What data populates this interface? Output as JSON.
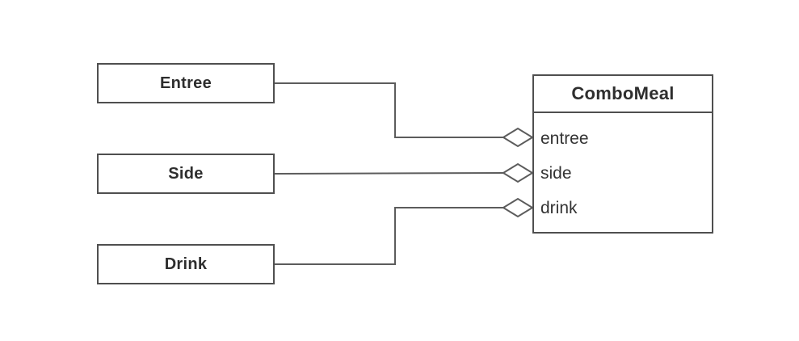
{
  "diagram": {
    "kind": "uml-class-aggregation",
    "background_color": "#ffffff",
    "line_color": "#5c5c5c",
    "border_color": "#4f4f4f",
    "text_color": "#2e2e2e",
    "part_classes": {
      "entree": {
        "label": "Entree"
      },
      "side": {
        "label": "Side"
      },
      "drink": {
        "label": "Drink"
      }
    },
    "whole_class": {
      "title": "ComboMeal",
      "attributes": [
        {
          "name": "entree"
        },
        {
          "name": "side"
        },
        {
          "name": "drink"
        }
      ]
    },
    "relationships": [
      {
        "from": "Entree",
        "to": "ComboMeal",
        "attribute": "entree",
        "type": "aggregation",
        "diamond": "hollow",
        "diamond_at": "ComboMeal"
      },
      {
        "from": "Side",
        "to": "ComboMeal",
        "attribute": "side",
        "type": "aggregation",
        "diamond": "hollow",
        "diamond_at": "ComboMeal"
      },
      {
        "from": "Drink",
        "to": "ComboMeal",
        "attribute": "drink",
        "type": "aggregation",
        "diamond": "hollow",
        "diamond_at": "ComboMeal"
      }
    ]
  }
}
